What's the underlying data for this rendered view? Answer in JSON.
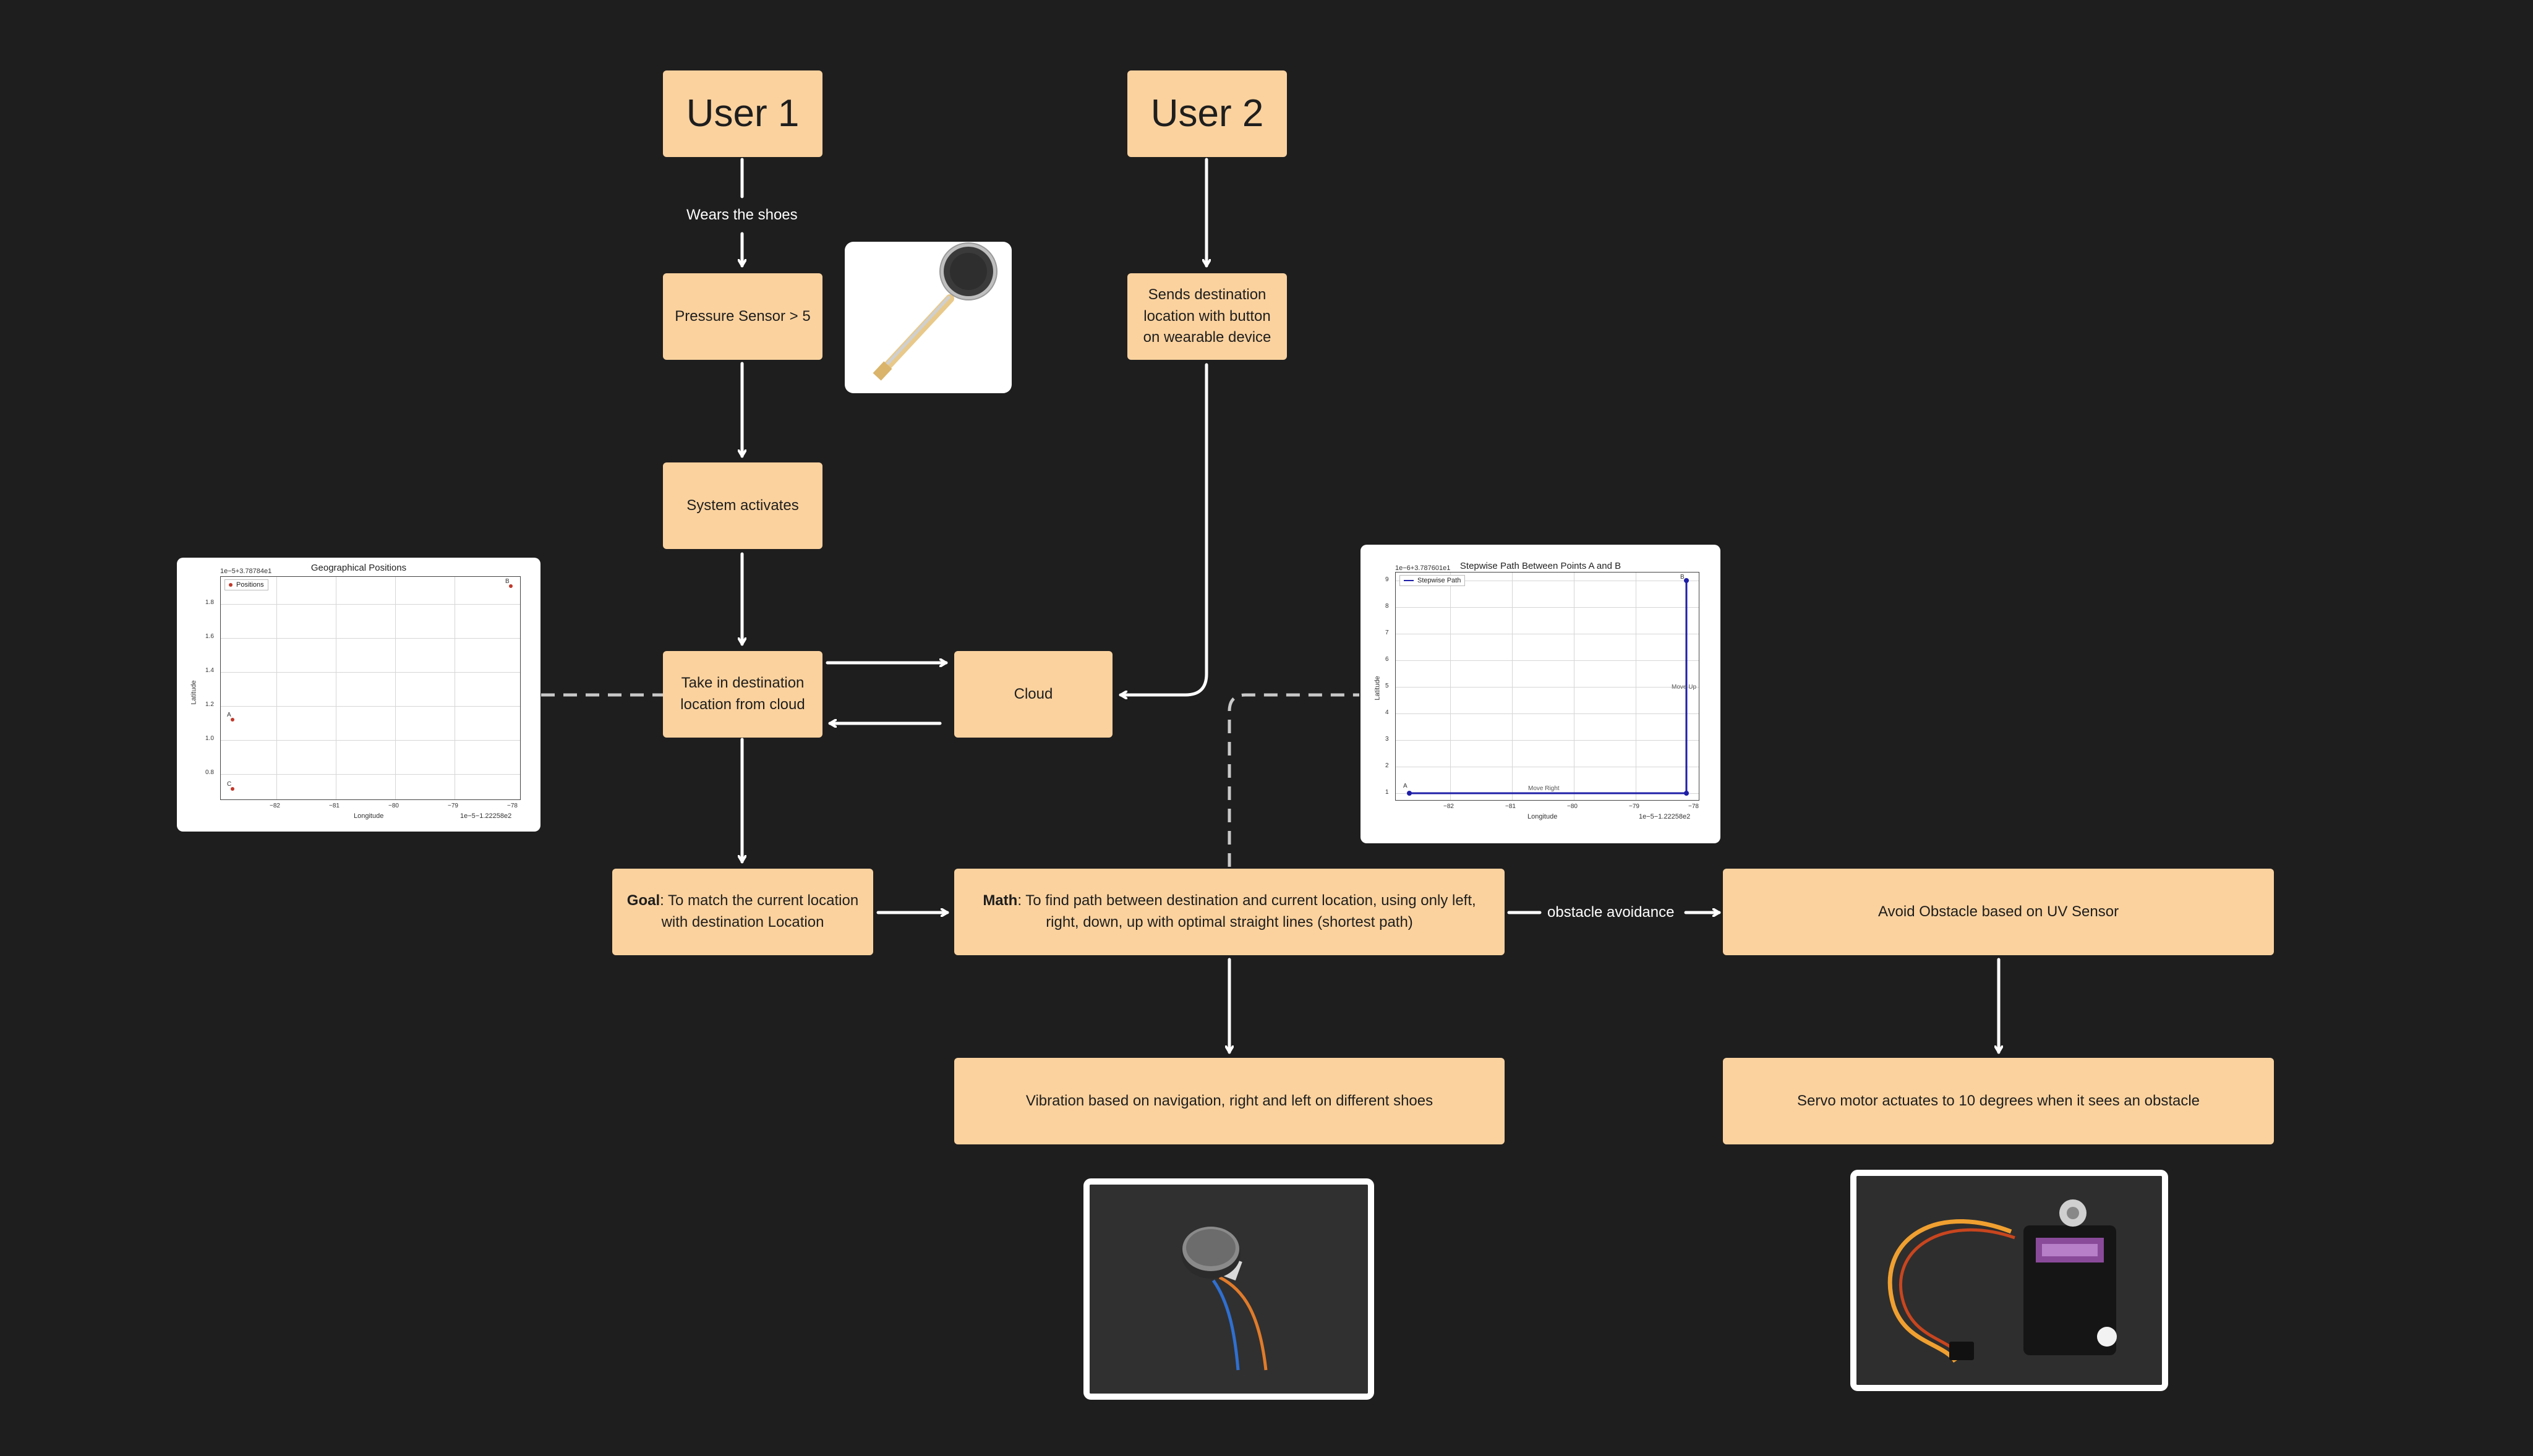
{
  "nodes": {
    "user1": "User 1",
    "user2": "User 2",
    "pressure": "Pressure Sensor > 5",
    "activates": "System activates",
    "destination": "Take in destination location from cloud",
    "cloud": "Cloud",
    "sends": "Sends destination location with button on wearable device",
    "goal_bold": "Goal",
    "goal_text": ": To match the current location with destination Location",
    "math_bold": "Math",
    "math_text": ": To find path between destination and current location, using only left, right, down, up with optimal straight lines (shortest path)",
    "avoid": "Avoid Obstacle based on UV Sensor",
    "vibration": "Vibration based on navigation, right and left on different shoes",
    "servo": "Servo motor actuates to 10 degrees when it sees an obstacle"
  },
  "edge_labels": {
    "wears": "Wears the shoes",
    "obstacle": "obstacle avoidance"
  },
  "geo_plot": {
    "title": "Geographical Positions",
    "offset_label": "1e−5+3.78784e1",
    "xlabel": "Longitude",
    "ylabel": "Latitude",
    "x_offset_label": "1e−5−1.22258e2",
    "legend": "Positions",
    "x_ticks": [
      "−82",
      "−81",
      "−80",
      "−79",
      "−78"
    ],
    "y_ticks": [
      "0.8",
      "1.0",
      "1.2",
      "1.4",
      "1.6",
      "1.8"
    ],
    "point_labels": [
      "B",
      "A",
      "C"
    ]
  },
  "step_plot": {
    "title": "Stepwise Path Between Points A and B",
    "offset_label": "1e−6+3.787601e1",
    "xlabel": "Longitude",
    "ylabel": "Latitude",
    "x_offset_label": "1e−5−1.22258e2",
    "legend": "Stepwise Path",
    "x_ticks": [
      "−82",
      "−81",
      "−80",
      "−79",
      "−78"
    ],
    "y_ticks": [
      "1",
      "2",
      "3",
      "4",
      "5",
      "6",
      "7",
      "8",
      "9"
    ],
    "annot_right": "Move Right",
    "annot_up": "Move Up",
    "point_a": "A",
    "point_b": "B"
  },
  "colors": {
    "background": "#1e1e1e",
    "node": "#fbd29e",
    "connector": "#ffffff",
    "dashed": "#c8c8c8",
    "path_blue": "#1f1fa8"
  }
}
